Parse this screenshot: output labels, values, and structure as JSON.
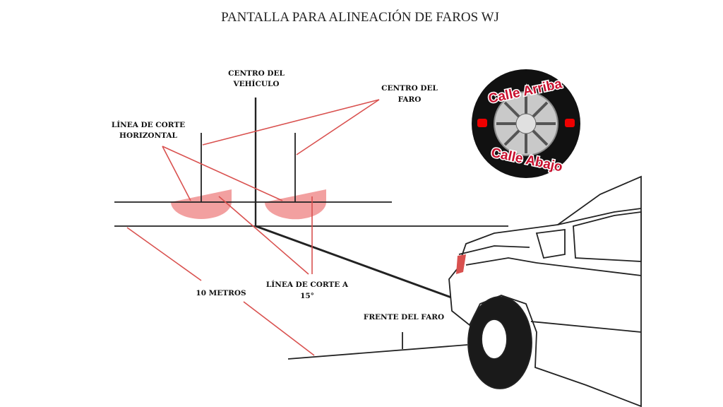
{
  "title": "PANTALLA PARA ALINEACIÓN DE FAROS WJ",
  "labels": {
    "vehicle_center": [
      "CENTRO DEL",
      "VEHÍCULO"
    ],
    "headlamp_center": [
      "CENTRO DEL",
      "FARO"
    ],
    "horizontal_cutoff": [
      "LÍNEA DE CORTE",
      "HORIZONTAL"
    ],
    "distance": "10 METROS",
    "cutoff_15": [
      "LÍNEA DE CORTE A",
      "15°"
    ],
    "headlamp_front": "FRENTE DEL FARO"
  },
  "logo": {
    "top": "Calle Arriba",
    "bottom": "Calle Abajo"
  },
  "colors": {
    "accent": "#d9514f",
    "beam": "#f2a0a0",
    "logo_red": "#c8102e"
  }
}
